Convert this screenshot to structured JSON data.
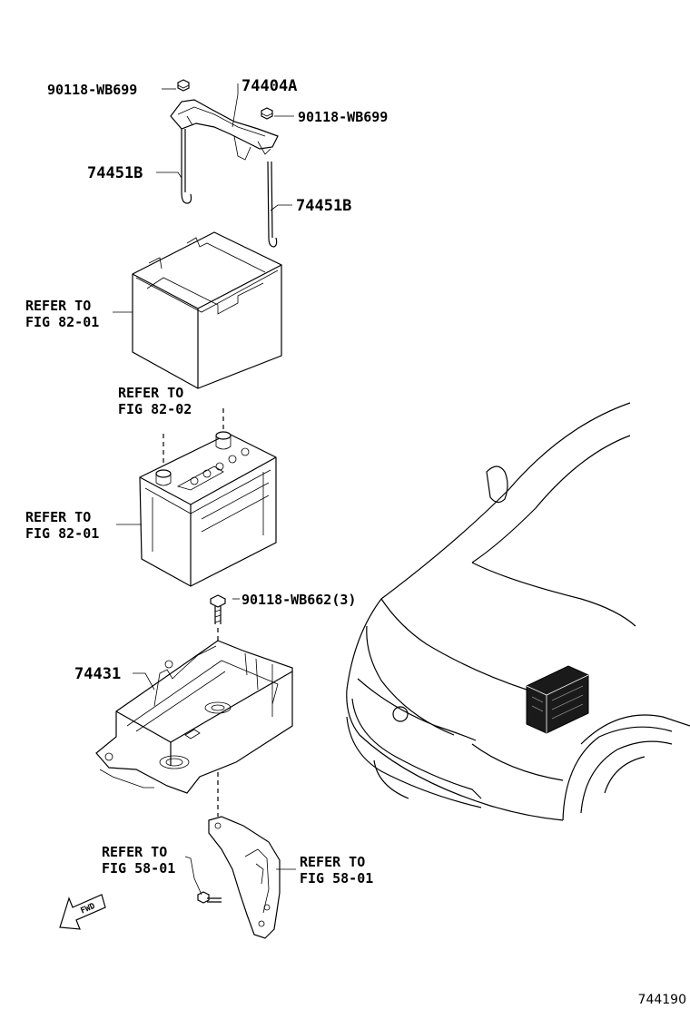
{
  "diagram": {
    "callouts": {
      "nut_top_left": "90118-WB699",
      "clamp": "74404A",
      "nut_top_right": "90118-WB699",
      "rod_left": "74451B",
      "rod_right": "74451B",
      "insulator_ref_1": "REFER TO",
      "insulator_ref_2": "FIG 82-01",
      "terminal_ref_1": "REFER TO",
      "terminal_ref_2": "FIG 82-02",
      "battery_ref_1": "REFER TO",
      "battery_ref_2": "FIG 82-01",
      "bolt": "90118-WB662(3)",
      "tray": "74431",
      "bolt_ref_1": "REFER TO",
      "bolt_ref_2": "FIG 58-01",
      "bracket_ref_1": "REFER TO",
      "bracket_ref_2": "FIG 58-01",
      "fwd_arrow": "FWD"
    },
    "figure_number": "744190"
  },
  "icons": [
    "nut-icon",
    "clamp-icon",
    "rod-icon",
    "battery-insulator-icon",
    "battery-icon",
    "bolt-icon",
    "battery-tray-icon",
    "bracket-icon",
    "fwd-arrow-icon",
    "vehicle-icon"
  ]
}
